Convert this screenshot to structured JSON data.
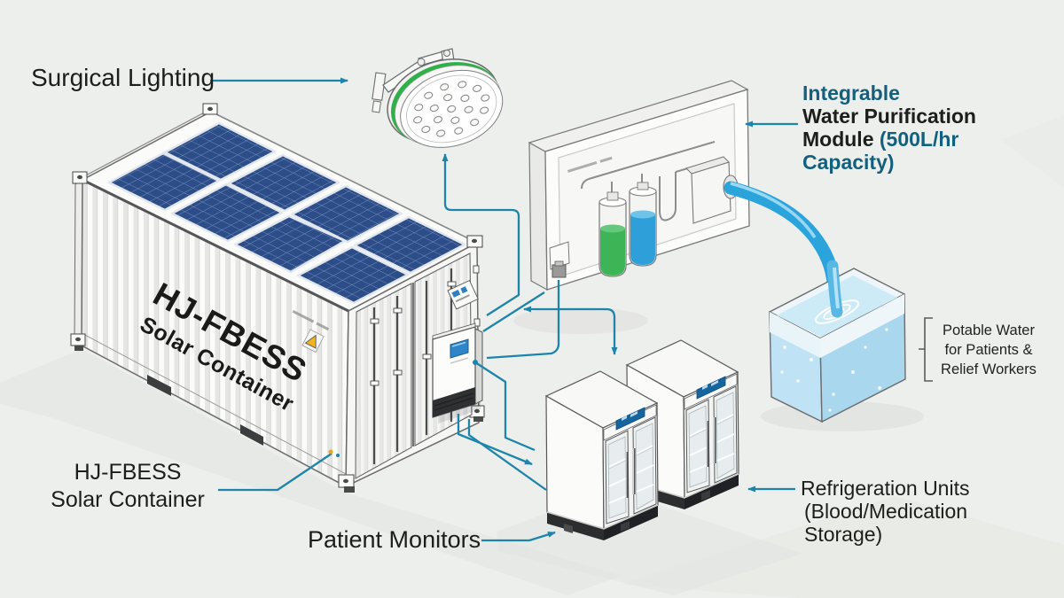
{
  "labels": {
    "surgical_lighting": "Surgical Lighting",
    "water_module_line1": "Integrable",
    "water_module_line2": "Water Purification",
    "water_module_line3a": "Module ",
    "water_module_line3b": "(500L/hr",
    "water_module_line4": "Capacity)",
    "potable_line1": "Potable Water",
    "potable_line2": "for Patients &",
    "potable_line3": "Relief Workers",
    "container_line1": "HJ-FBESS",
    "container_line2": "Solar Container",
    "patient_monitors": "Patient Monitors",
    "refrigeration_line1": "Refrigeration Units",
    "refrigeration_line2": "(Blood/Medication",
    "refrigeration_line3": "Storage)"
  },
  "container_art": {
    "brand": "HJ-FBESS",
    "subtitle": "Solar Container"
  },
  "colors": {
    "accent_teal_text": "#135f7e",
    "wire": "#1d84aa",
    "label_text": "#1d1d1b",
    "solar_panel_blue": "#2c4d88",
    "solar_grid": "#7d97c8",
    "lamp_green": "#2fb14a",
    "pipe_blue": "#2ba4dc",
    "water_light": "#bfe2f4",
    "water_mid": "#a9d8ee",
    "fridge_display_blue": "#15669f",
    "warning_yellow": "#f2b41c",
    "background": "#edefec"
  }
}
